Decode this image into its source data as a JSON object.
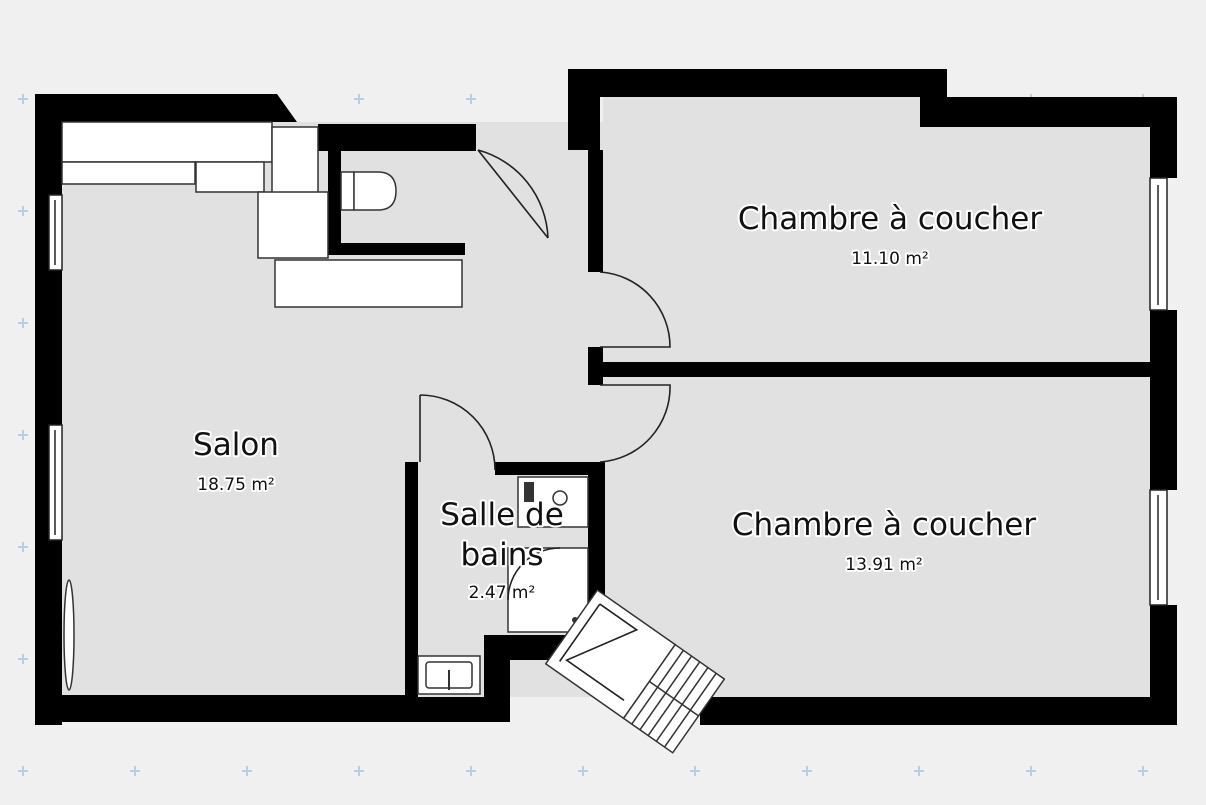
{
  "plan": {
    "colors": {
      "background": "#f0f0f1",
      "grid_mark": "#b9cde6",
      "wall": "#000000",
      "floor": "#e1e1e1",
      "furniture": "#ffffff"
    },
    "rooms": [
      {
        "id": "salon",
        "name": "Salon",
        "area": "18.75 m²"
      },
      {
        "id": "bedroom-1",
        "name": "Chambre à coucher",
        "area": "11.10 m²"
      },
      {
        "id": "bathroom",
        "name_lines": [
          "Salle de",
          "bains"
        ],
        "area": "2.47 m²"
      },
      {
        "id": "bedroom-2",
        "name": "Chambre à coucher",
        "area": "13.91 m²"
      }
    ],
    "icons": [
      "grid-plus-icon",
      "toilet-icon",
      "sink-icon",
      "shower-icon",
      "washing-machine-icon",
      "stairs-icon",
      "door-swing-icon",
      "window-icon",
      "radiator-icon"
    ]
  }
}
